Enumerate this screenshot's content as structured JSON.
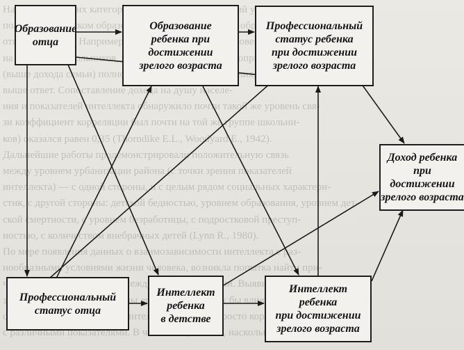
{
  "nodes": {
    "father_education": "Образование\nотца",
    "child_education": "Образование\nребенка при\nдостижении\nзрелого возраста",
    "child_status": "Профессиональный\nстатус ребенка\nпри достижении\nзрелого возраста",
    "child_income": "Доход ребенка\nпри достижении\nзрелого возраста",
    "father_status": "Профессиональный\nстатус отца",
    "child_intellect_childhood": "Интеллект\nребенка\nв детстве",
    "child_intellect_adult": "Интеллект\nребенка\nпри достижении\nзрелого возраста"
  },
  "background_text": [
    "На основании этих категорий мы обнаружили высокий уровень",
    "получения ребенком образования, тесно связанный с образованием",
    "отца школьника. Например, был выявлен высокий уровень",
    "на 12-летних школьников, не обнаружив связи с благоприятным",
    "(выше дохода семьи) полностью зависит от образования, 1972).",
    "выше ответ. Сопоставление дохода на душу населе-",
    "ния и показателей интеллекта обнаружило почти такой же уровень свя-",
    "зи коэффициент корреляции был почти на той же группе школьни-",
    "ков) оказался равен 0,35 (Thorndike E.L., Woodyard E., 1942).",
    "Дальнейшие работы продемонстрировали положительную связь",
    "между уровнем урбанизации района (с точки зрения показателей",
    "интеллекта) — с одной стороны, и с целым рядом социальных характери-",
    "стик, с другой стороны: детской бедностью, уровнем образования, уровнем дет-",
    "ской смертности, с уровнем безработицы, с подростковой преступ-",
    "ностью, с количеством внебрачных детей (Lynn R., 1980).",
    "По мере появления данных о взаимозависимости интеллекта с раз-",
    "нообразными условиями жизни человека, возникла попытка найти при-",
    "чинно-следственные связи между этими понятиями. Выявилось, что",
    "эти параметры взаимосвязаны друг с другом и как бы влияют на ряд",
    "социальных характеристик интеллекта, а также просто коррелируют",
    "с различными показателями. В частности, от того, насколько"
  ]
}
